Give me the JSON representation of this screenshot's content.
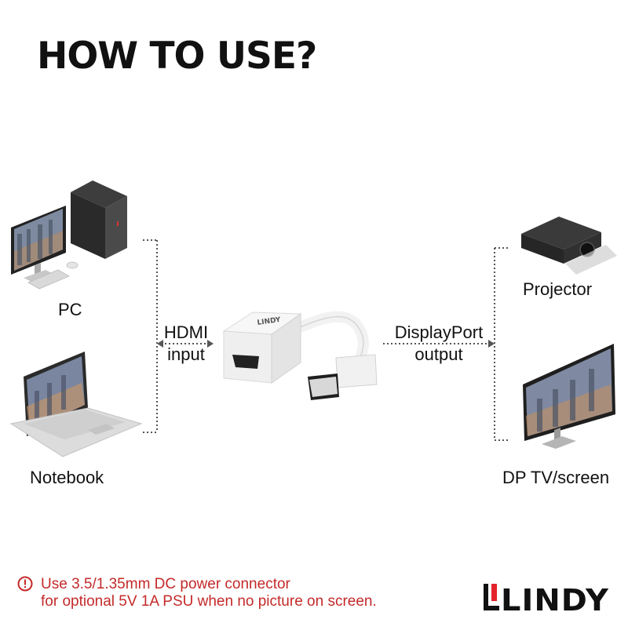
{
  "title": "HOW TO USE?",
  "sources": {
    "pc_label": "PC",
    "notebook_label": "Notebook"
  },
  "outputs": {
    "projector_label": "Projector",
    "screen_label": "DP TV/screen"
  },
  "input": {
    "line1": "HDMI",
    "line2": "input"
  },
  "output": {
    "line1": "DisplayPort",
    "line2": "output"
  },
  "note": {
    "line1": "Use 3.5/1.35mm DC power connector",
    "line2": "for optional 5V 1A PSU when no picture on screen."
  },
  "logo_text": "LINDY",
  "device_brand": "LINDY",
  "colors": {
    "note": "#c42a2a",
    "text": "#111111",
    "logo_accent": "#e3222b"
  }
}
